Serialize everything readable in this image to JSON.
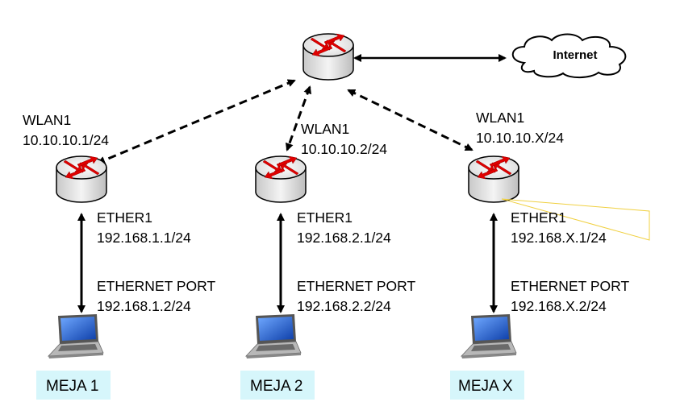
{
  "internet": {
    "label": "Internet"
  },
  "nodes": [
    {
      "wlan_label": "WLAN1",
      "wlan_ip": "10.10.10.1/24",
      "ether_label": "ETHER1",
      "ether_ip": "192.168.1.1/24",
      "port_label": "ETHERNET PORT",
      "port_ip": "192.168.1.2/24",
      "table": "MEJA 1"
    },
    {
      "wlan_label": "WLAN1",
      "wlan_ip": "10.10.10.2/24",
      "ether_label": "ETHER1",
      "ether_ip": "192.168.2.1/24",
      "port_label": "ETHERNET PORT",
      "port_ip": "192.168.2.2/24",
      "table": "MEJA 2"
    },
    {
      "wlan_label": "WLAN1",
      "wlan_ip": "10.10.10.X/24",
      "ether_label": "ETHER1",
      "ether_ip": "192.168.X.1/24",
      "port_label": "ETHERNET PORT",
      "port_ip": "192.168.X.2/24",
      "table": "MEJA X"
    }
  ],
  "colors": {
    "arrow": "#000000",
    "router_arrows": "#e00000",
    "table_bg": "#d6f6fb",
    "laptop_screen": "#1f5fd0"
  }
}
